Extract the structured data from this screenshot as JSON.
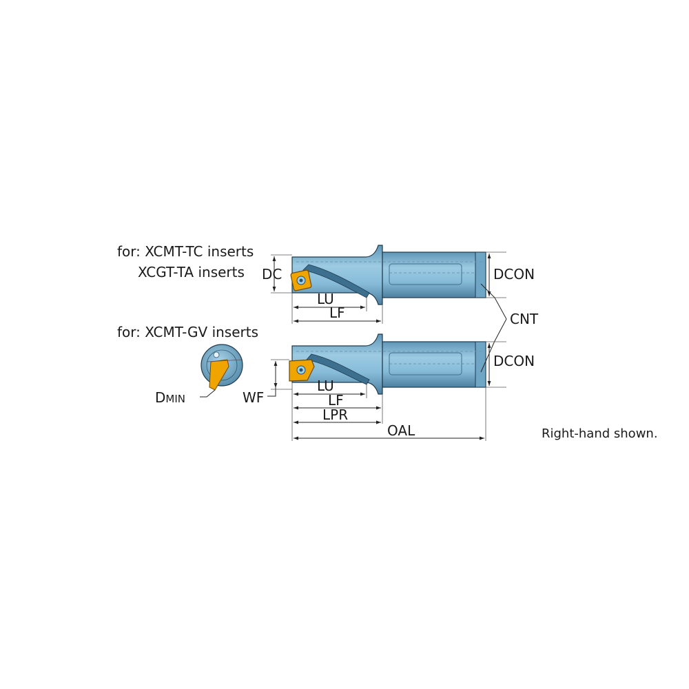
{
  "upper": {
    "heading_line1": "for: XCMT-TC inserts",
    "heading_line2": "XCGT-TA inserts",
    "dc": "DC",
    "lu": "LU",
    "lf": "LF",
    "dcon": "DCON"
  },
  "cnt": "CNT",
  "lower": {
    "heading": "for: XCMT-GV inserts",
    "dmin_d": "D",
    "dmin_rest": "MIN",
    "wf": "WF",
    "lu": "LU",
    "lf": "LF",
    "lpr": "LPR",
    "oal": "OAL",
    "dcon": "DCON"
  },
  "note": "Right-hand shown.",
  "colors": {
    "body": "#7fb6d4",
    "body_dark": "#3f6f8c",
    "insert": "#f0a400",
    "outline": "#1d3a4d"
  }
}
